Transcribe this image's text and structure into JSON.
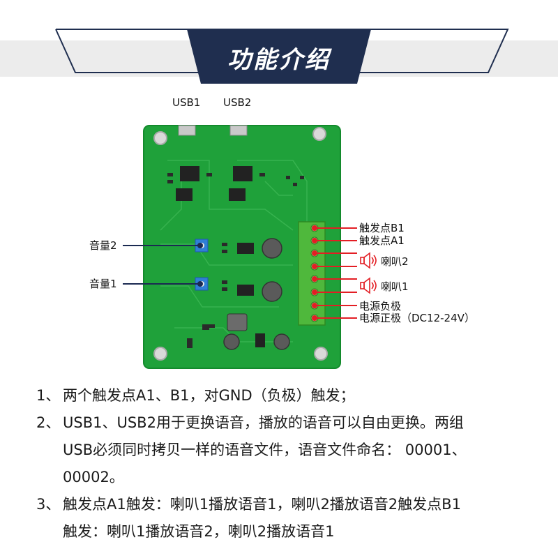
{
  "banner": {
    "title": "功能介绍"
  },
  "usb": {
    "usb1": "USB1",
    "usb2": "USB2"
  },
  "volume": {
    "vol2": "音量2",
    "vol1": "音量1"
  },
  "terminals": [
    {
      "label": "触发点B1"
    },
    {
      "label": "触发点A1"
    },
    {
      "label": "喇叭2"
    },
    {
      "label": ""
    },
    {
      "label": "喇叭1"
    },
    {
      "label": ""
    },
    {
      "label": "电源负极"
    },
    {
      "label": "电源正极（DC12-24V）"
    }
  ],
  "description": [
    {
      "num": "1、",
      "lines": [
        "两个触发点A1、B1，对GND（负极）触发；"
      ]
    },
    {
      "num": "2、",
      "lines": [
        "USB1、USB2用于更换语音，播放的语音可以自由更换。两组",
        "USB必须同时拷贝一样的语音文件，语音文件命名： 00001、",
        "00002。"
      ]
    },
    {
      "num": "3、",
      "lines": [
        "触发点A1触发：喇叭1播放语音1，喇叭2播放语音2触发点B1",
        "触发：喇叭1播放语音2，喇叭2播放语音1"
      ]
    }
  ],
  "colors": {
    "banner_dark": "#1f2e4f",
    "banner_band": "#ececec",
    "pcb_green": "#1fa13a",
    "terminal_green": "#4fb83c",
    "pointer_red": "#e31e24",
    "pot_blue": "#2f7fd6"
  },
  "icons": [
    "speaker-icon"
  ]
}
